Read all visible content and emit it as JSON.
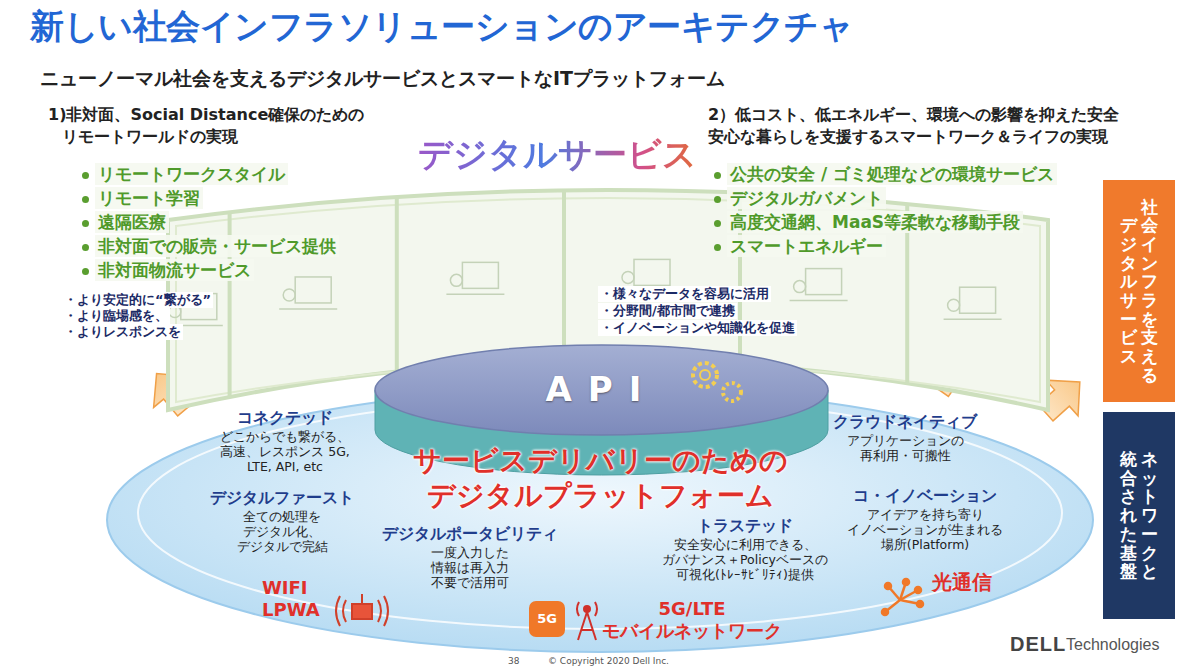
{
  "diagram": {
    "title": "新しい社会インフラソリューションのアーキテクチャ",
    "nodes": [
      {
        "text": [
          "デジタルサービス"
        ]
      },
      {
        "text": [
          "社会インフラを支える",
          "デジタルサービス"
        ]
      },
      {
        "text": [
          "ネットワークと",
          "統合された基盤"
        ]
      },
      {
        "text": [
          "サービスデリバリーのための デジタルプラットフォーム"
        ]
      },
      {
        "text": [
          "API"
        ],
        "in": 3
      }
    ],
    "labels": [
      "ニューノーマル社会を支えるデジタルサービスとスマートなITプラットフォーム",
      "1)非対面、Social Distance確保のための リモートワールドの実現",
      "リモートワークスタイル",
      "リモート学習",
      "遠隔医療",
      "非対面での販売・サービス提供",
      "非対面物流サービス",
      "2）低コスト、低エネルギー、環境への影響を抑えた安全 安心な暮らしを支援するスマートワーク＆ライフの実現",
      "公共の安全 / ゴミ処理などの環境サービス",
      "デジタルガバメント",
      "高度交通網、MaaS等柔軟な移動手段",
      "スマートエネルギー",
      "・より安定的に“繋がる”",
      "・より臨場感を、",
      "・よりレスポンスを",
      "・様々なデータを容易に活用",
      "・分野間/都市間で連携",
      "・イノベーションや知識化を促進",
      "コネクテッド",
      "どこからでも繋がる、 高速、レスポンス 5G, LTE, API, etc",
      "デジタルファースト",
      "全ての処理を デジタル化、 デジタルで完結",
      "デジタルポータビリティ",
      "一度入力した 情報は再入力 不要で活用可",
      "トラステッド",
      "安全安心に利用できる、 ガバナンス＋Policyベースの 可視化(ﾄﾚｰｻﾋﾞﾘﾃｨ)提供",
      "クラウドネイティブ",
      "アプリケーションの 再利用・可搬性",
      "コ・イノベーション",
      "アイデアを持ち寄り イノベーションが生まれる 場所(Platform)",
      "WIFI LPWA",
      "5G",
      "5G/LTE モバイルネットワーク",
      "光通信",
      "38",
      "© Copyright 2020 Dell Inc.",
      "DELL",
      "Technologies"
    ]
  }
}
